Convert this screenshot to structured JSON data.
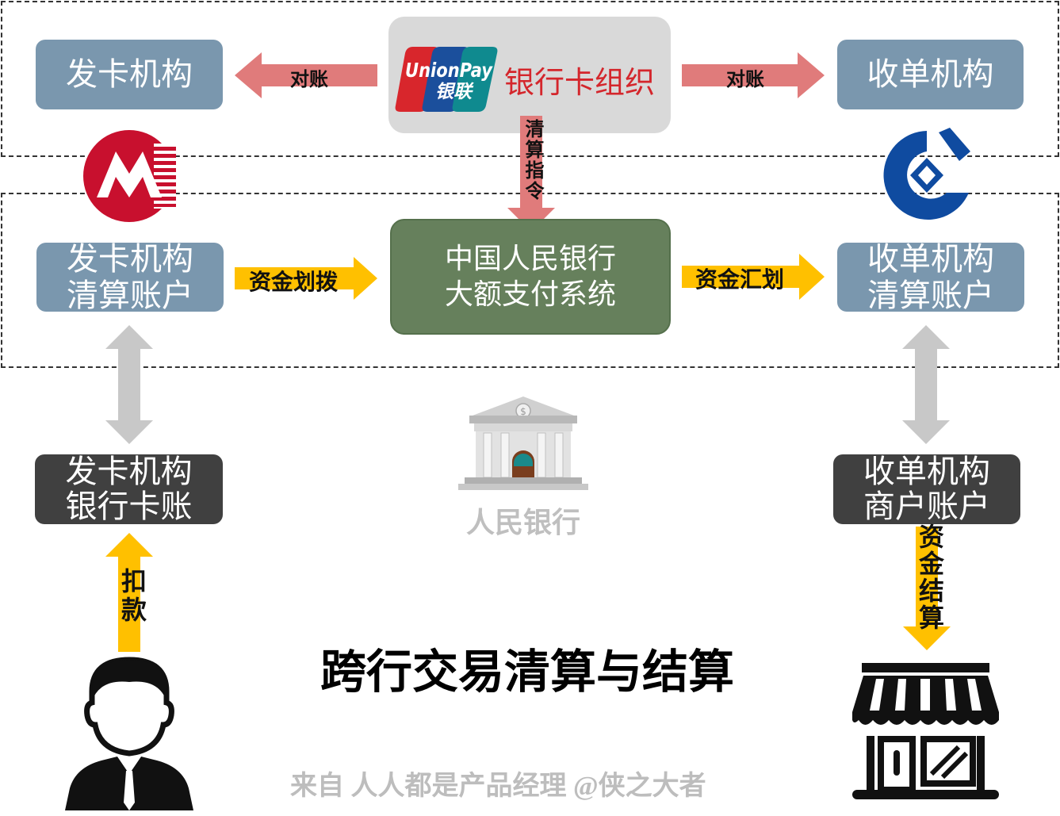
{
  "top_section": {
    "card_org": "银行卡组织",
    "unionpay_logo_en": "UnionPay",
    "unionpay_logo_cn": "银联",
    "issuer": "发卡机构",
    "acquirer": "收单机构",
    "reconcile_left": "对账",
    "reconcile_right": "对账",
    "clearing_instruction": "清算指令"
  },
  "middle_section": {
    "issuer_clearing_account": [
      "发卡机构",
      "清算账户"
    ],
    "pboc_system": [
      "中国人民银行",
      "大额支付系统"
    ],
    "acquirer_clearing_account": [
      "收单机构",
      "清算账户"
    ],
    "fund_transfer": "资金划拨",
    "fund_remit": "资金汇划"
  },
  "bottom_section": {
    "issuer_card_account": [
      "发卡机构",
      "银行卡账"
    ],
    "acquirer_merchant_account": [
      "收单机构",
      "商户账户"
    ],
    "deduct": "扣款",
    "settlement": "资金结算",
    "pboc_label": "人民银行"
  },
  "title": "跨行交易清算与结算",
  "footer": "来自 人人都是产品经理 @侠之大者",
  "colors": {
    "steel": "#7a97ae",
    "dark": "#404040",
    "green": "#66805c",
    "pink_arrow": "#e07b7b",
    "gold_arrow": "#ffc000",
    "grey_arrow": "#c8c8c8",
    "cmb_red": "#c8102e",
    "ccb_blue": "#0f4ba0"
  }
}
